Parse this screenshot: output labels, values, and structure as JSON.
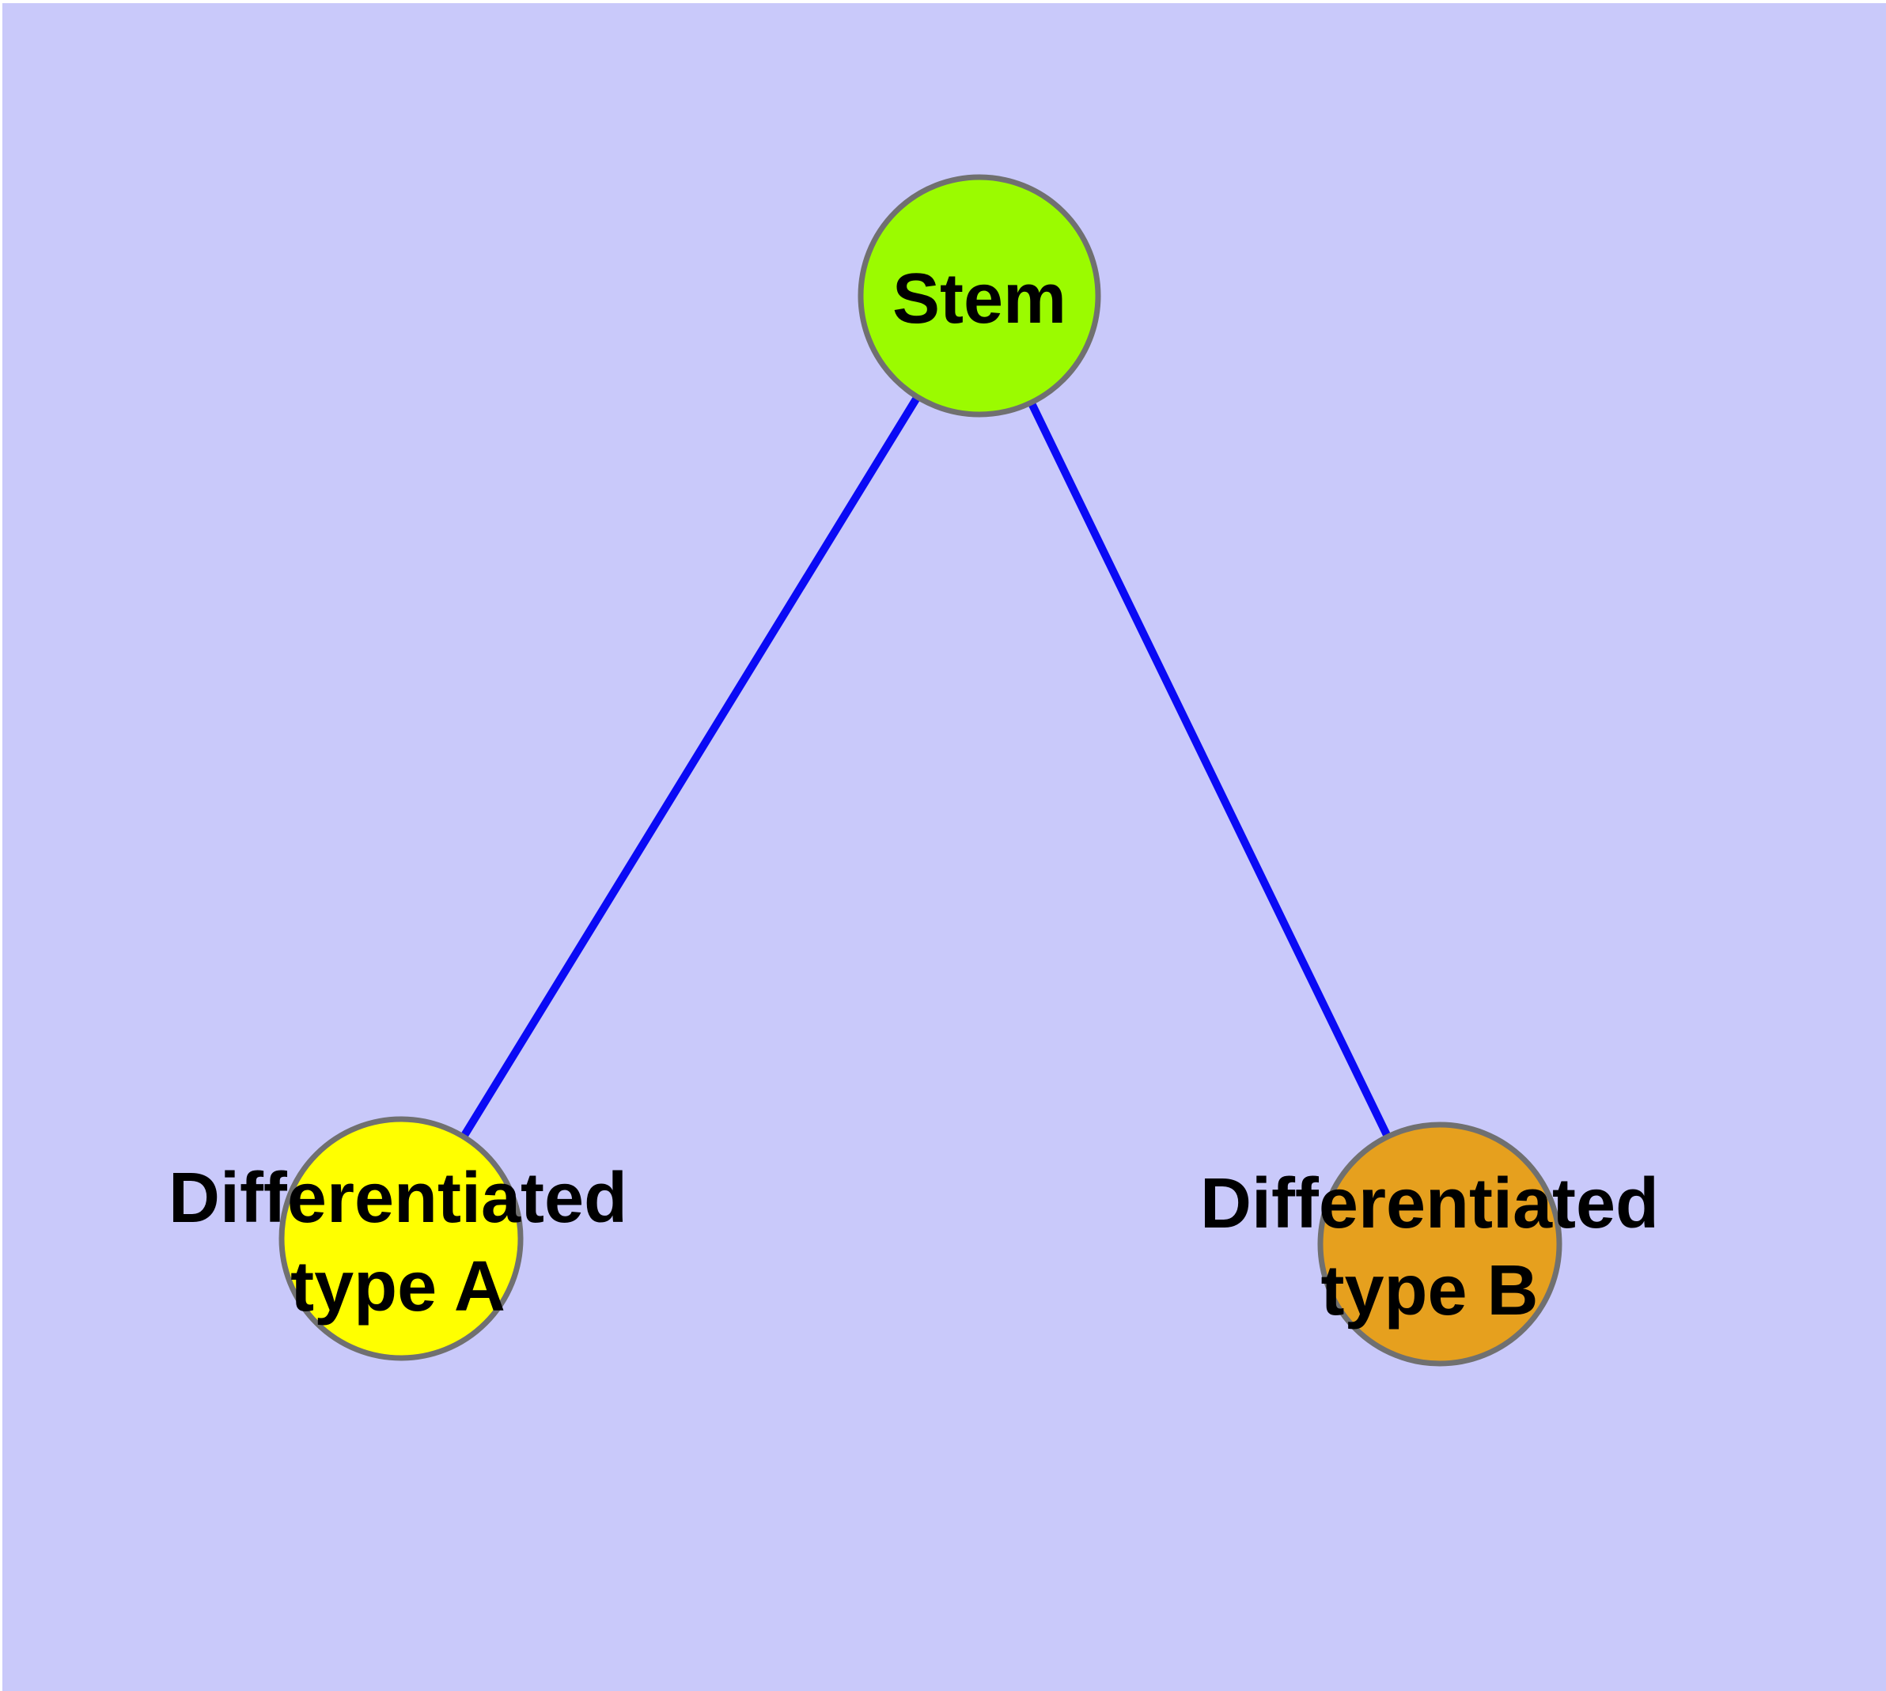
{
  "graph": {
    "background_color": "#C9C9FA",
    "margin_color": "#FFFFFF",
    "edge_color": "#0A0AF5",
    "node_border_color": "#707070",
    "label_color": "#000000",
    "nodes": [
      {
        "id": "stem",
        "label": "Stem",
        "fill": "#9BFB00"
      },
      {
        "id": "differentiated-type-a",
        "label_line1": "Differentiated",
        "label_line2": "type A",
        "fill": "#FFFF00"
      },
      {
        "id": "differentiated-type-b",
        "label_line1": "Differentiated",
        "label_line2": "type B",
        "fill": "#E6A01E"
      }
    ],
    "edges": [
      {
        "source": "Stem",
        "target": "Differentiated type A"
      },
      {
        "source": "Stem",
        "target": "Differentiated type B"
      }
    ]
  }
}
